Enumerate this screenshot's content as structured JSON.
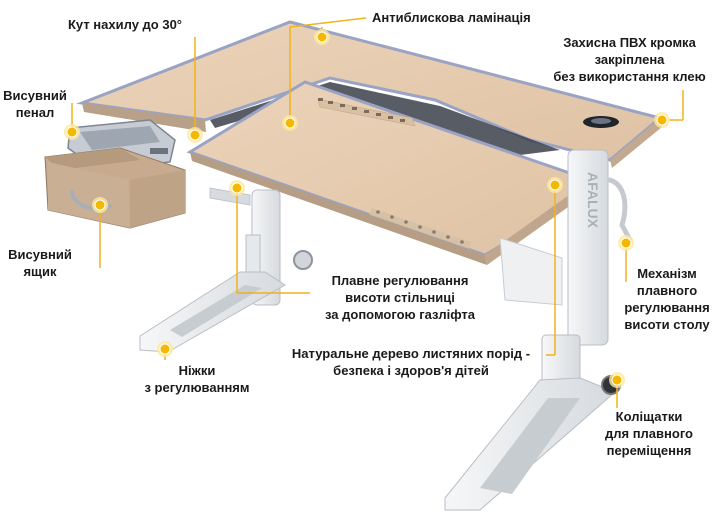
{
  "labels": {
    "tilt_angle": "Кут нахилу до 30°",
    "anti_glare": "Антиблискова ламінація",
    "pvc_edge": "Захисна ПВХ кромка\nзакріплена\nбез використання клею",
    "pencil_case": "Висувний\nпенал",
    "drawer": "Висувний\nящик",
    "gas_lift": "Плавне регулювання\nвисоти стільниці\nза допомогою газліфта",
    "mechanism": "Механізм\nплавного\nрегулювання\nвисоти столу",
    "legs": "Ніжки\nз регулюванням",
    "wood": "Натуральне дерево листяних порід -\nбезпека і здоров'я дітей",
    "casters": "Коліщатки\nдля плавного\nпереміщення"
  },
  "colors": {
    "accent": "#f5b800",
    "leader_line": "#f2b21b",
    "desktop_wood": "#e8cdb0",
    "desk_edge": "#9aa3c4",
    "frame": "#e9ecef",
    "frame_shadow": "#b8bec5"
  },
  "side_text": "AFALUX"
}
